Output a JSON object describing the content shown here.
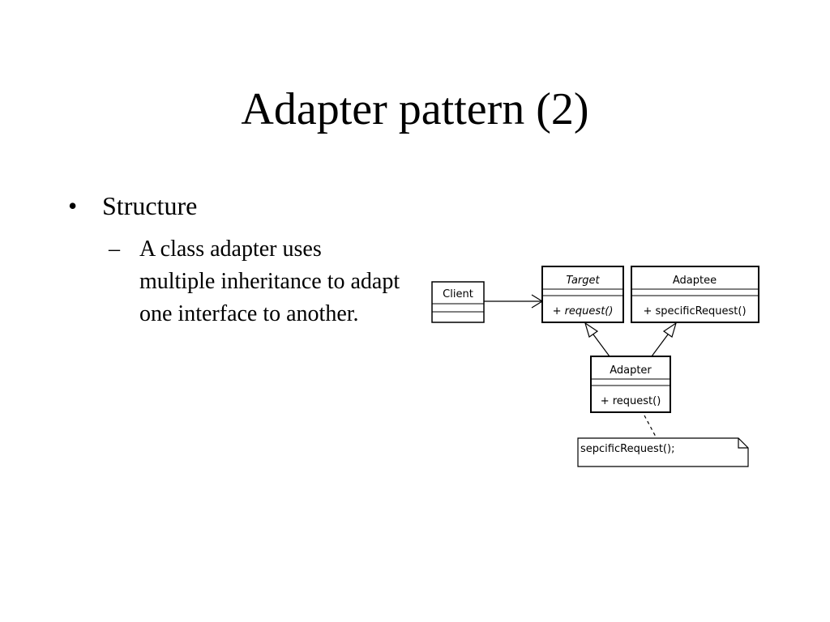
{
  "slide": {
    "title": "Adapter pattern (2)",
    "bullet_symbol": "•",
    "bullet": "Structure",
    "sub_symbol": "–",
    "sub_bullet": "A class adapter uses multiple inheritance to adapt one interface to another."
  },
  "diagram": {
    "client": {
      "name": "Client"
    },
    "target": {
      "name": "Target",
      "method": "+ request()"
    },
    "adaptee": {
      "name": "Adaptee",
      "method": "+ specificRequest()"
    },
    "adapter": {
      "name": "Adapter",
      "method": "+ request()"
    },
    "note": {
      "text": "sepcificRequest();"
    }
  }
}
